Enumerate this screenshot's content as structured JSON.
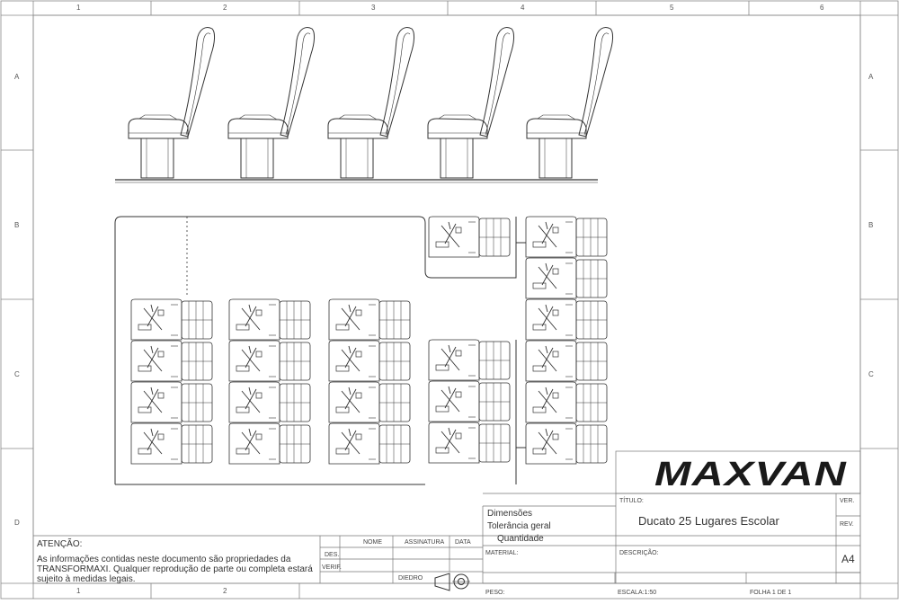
{
  "frame": {
    "columns": [
      "1",
      "2",
      "3",
      "4",
      "5",
      "6"
    ],
    "bottom_columns": [
      "1",
      "2"
    ],
    "rows": [
      "A",
      "B",
      "C",
      "D"
    ]
  },
  "title_block": {
    "brand": "MAXVAN",
    "labels": {
      "titulo": "TÍTULO:",
      "ver": "VER.",
      "rev": "REV.",
      "descricao": "DESCRIÇÃO:",
      "material": "MATERIAL:",
      "peso": "PESO:",
      "escala": "ESCALA:1:50",
      "folha": "FOLHA 1 DE 1",
      "diedro": "DIEDRO",
      "des": "DES.",
      "verif": "VERIF.",
      "nome": "NOME",
      "assinatura": "ASSINATURA",
      "data": "DATA"
    },
    "title": "Ducato 25 Lugares Escolar",
    "sheet_size": "A4",
    "specs": [
      "Dimensões",
      "Tolerância geral",
      "Quantidade"
    ]
  },
  "notice": {
    "heading": "ATENÇÃO:",
    "text": "As informações contidas neste documento são propriedades da TRANSFORMAXI. Qualquer reprodução de parte ou completa estará sujeito à medidas legais."
  },
  "drawing": {
    "side_view_seats": 5,
    "plan_columns": [
      {
        "name": "column-1",
        "seats": 4
      },
      {
        "name": "column-2",
        "seats": 4
      },
      {
        "name": "column-3",
        "seats": 4
      },
      {
        "name": "column-4-top",
        "seats": 1
      },
      {
        "name": "column-4-bottom",
        "seats": 3
      },
      {
        "name": "column-5",
        "seats": 6
      }
    ]
  }
}
